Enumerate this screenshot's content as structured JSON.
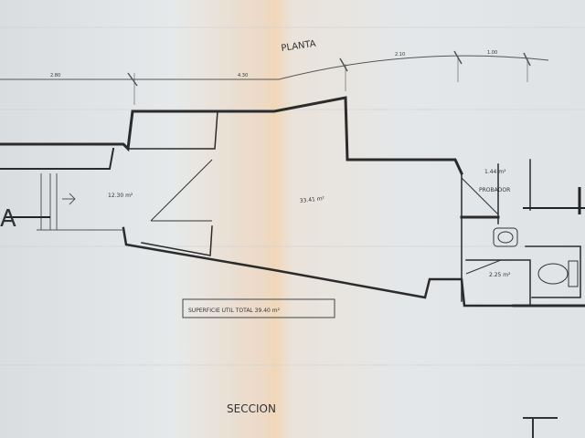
{
  "plan": {
    "title": "PLANTA",
    "dimensions": [
      "2.80",
      "4.30",
      "2.10",
      "1.00"
    ],
    "rooms": [
      {
        "area": "12.30 m²"
      },
      {
        "area": "33.41 m²"
      },
      {
        "area": "1.44 m²",
        "name": "PROBADOR"
      },
      {
        "area": "2.25 m²"
      }
    ],
    "surface_label": "SUPERFICIE UTIL TOTAL  39.40 m²",
    "section_marker": "A"
  },
  "section": {
    "title": "SECCION"
  },
  "colors": {
    "ink": "#2b2b2b",
    "paper": "#e2e5e7",
    "fold": "#f1d7b9"
  }
}
